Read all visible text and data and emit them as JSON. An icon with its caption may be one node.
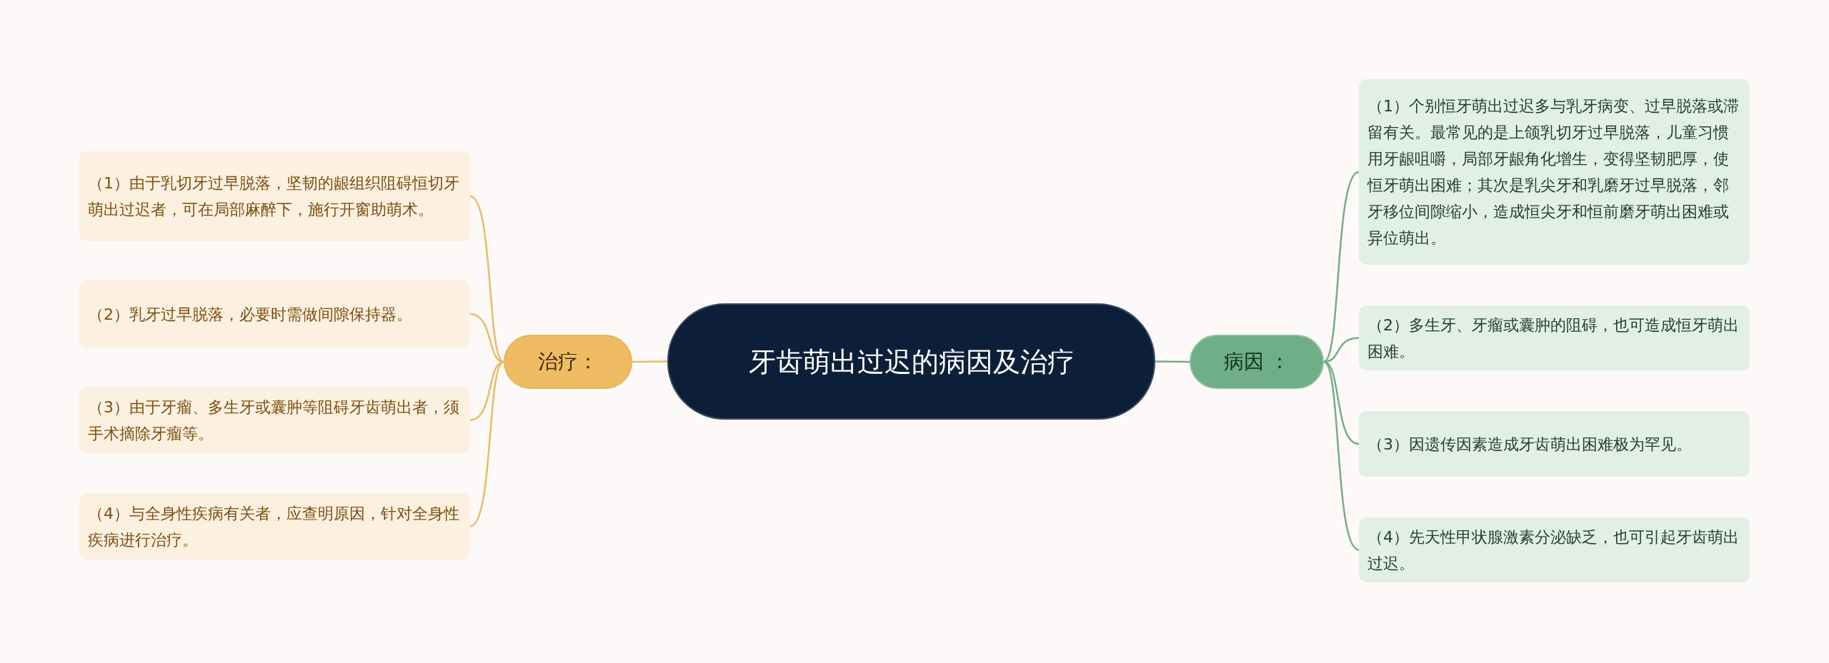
{
  "diagram": {
    "nodes": [
      {
        "text": [
          "牙齿萌出过迟的病因及治疗"
        ]
      },
      {
        "text": [
          "治疗："
        ]
      },
      {
        "text": [
          "（1）由于乳切牙过早脱落，坚韧的龈组织阻碍恒切牙萌出过迟者，可在局部麻醉下，施行开窗助萌术。"
        ]
      },
      {
        "text": [
          "（2）乳牙过早脱落，必要时需做间隙保持器。"
        ]
      },
      {
        "text": [
          "（3）由于牙瘤、多生牙或囊肿等阻碍牙齿萌出者，须手术摘除牙瘤等。"
        ]
      },
      {
        "text": [
          "（4）与全身性疾病有关者，应查明原因，针对全身性疾病进行治疗。"
        ]
      },
      {
        "text": [
          "病因 ："
        ]
      },
      {
        "text": [
          "（1）个别恒牙萌出过迟多与乳牙病变、过早脱落或滞留有关。最常见的是上颌乳切牙过早脱落，儿童习惯用牙龈咀嚼，局部牙龈角化增生，变得坚韧肥厚，使恒牙萌出困难；其次是乳尖牙和乳磨牙过早脱落，邻牙移位间隙缩小，造成恒尖牙和恒前磨牙萌出困难或异位萌出。"
        ]
      },
      {
        "text": [
          "（2）多生牙、牙瘤或囊肿的阻碍，也可造成恒牙萌出困难。"
        ]
      },
      {
        "text": [
          "（3）因遗传因素造成牙齿萌出困难极为罕见。"
        ]
      },
      {
        "text": [
          "（4）先天性甲状腺激素分泌缺乏，也可引起牙齿萌出过迟。"
        ]
      }
    ],
    "edges": [
      {
        "from": 0,
        "to": 1,
        "arrow": "none",
        "color": "#e8bb66"
      },
      {
        "from": 1,
        "to": 2,
        "arrow": "none",
        "color": "#e8bb66"
      },
      {
        "from": 1,
        "to": 3,
        "arrow": "none",
        "color": "#e8bb66"
      },
      {
        "from": 1,
        "to": 4,
        "arrow": "none",
        "color": "#e8bb66"
      },
      {
        "from": 1,
        "to": 5,
        "arrow": "none",
        "color": "#e8bb66"
      },
      {
        "from": 0,
        "to": 6,
        "arrow": "none",
        "color": "#76ad88"
      },
      {
        "from": 6,
        "to": 7,
        "arrow": "none",
        "color": "#76ad88"
      },
      {
        "from": 6,
        "to": 8,
        "arrow": "none",
        "color": "#76ad88"
      },
      {
        "from": 6,
        "to": 9,
        "arrow": "none",
        "color": "#76ad88"
      },
      {
        "from": 6,
        "to": 10,
        "arrow": "none",
        "color": "#76ad88"
      }
    ]
  }
}
